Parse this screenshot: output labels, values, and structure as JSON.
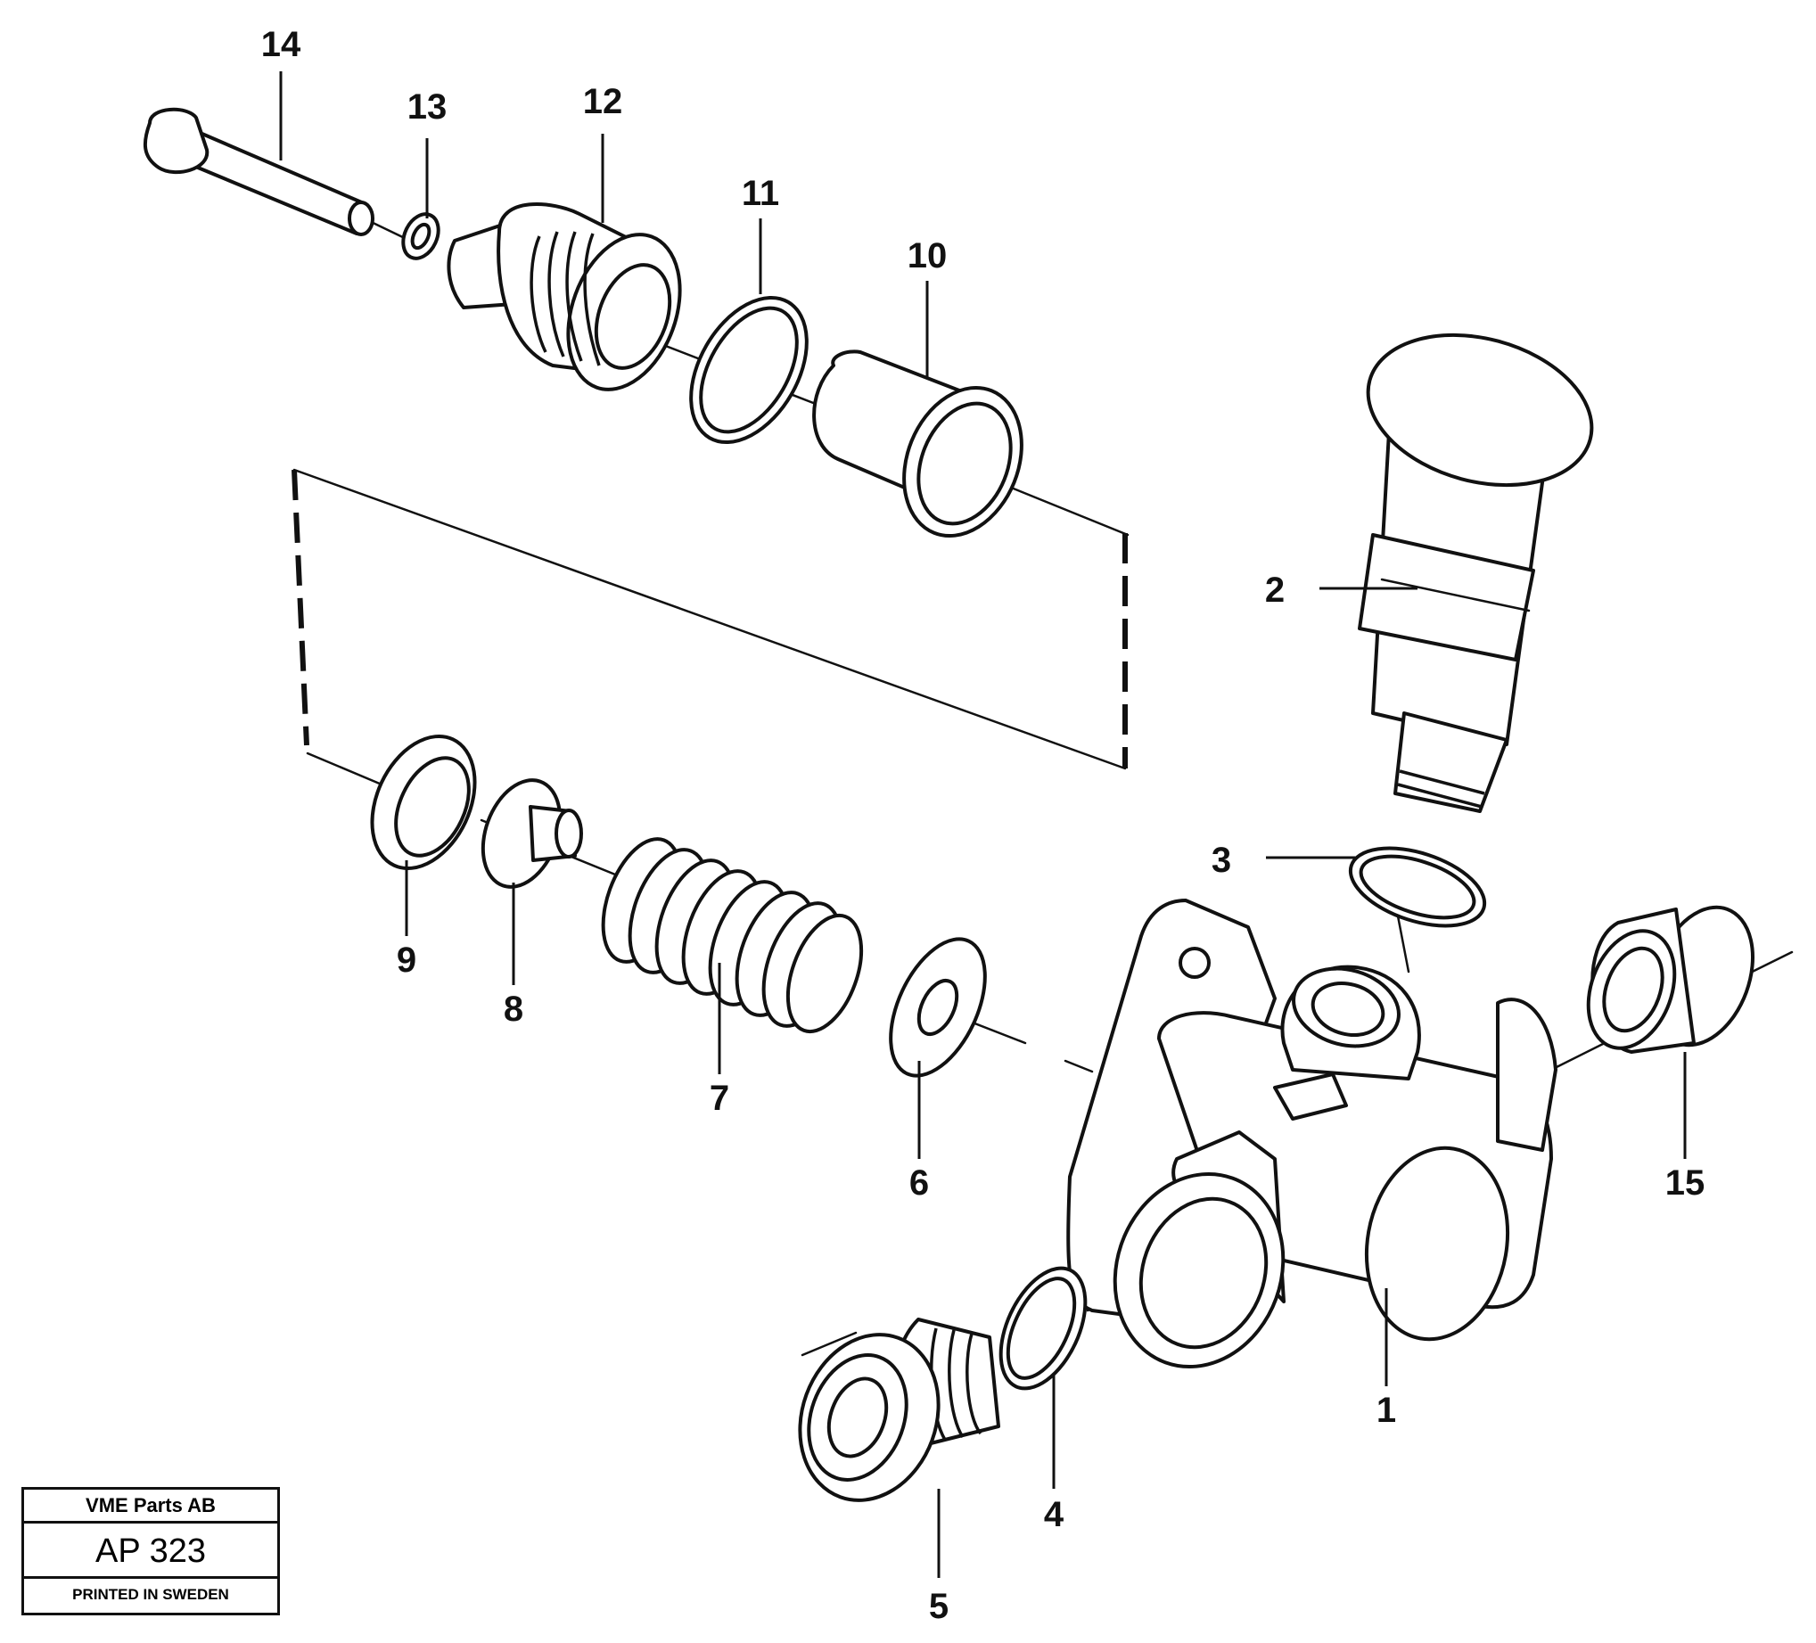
{
  "callouts": {
    "c1": "1",
    "c2": "2",
    "c3": "3",
    "c4": "4",
    "c5": "5",
    "c6": "6",
    "c7": "7",
    "c8": "8",
    "c9": "9",
    "c10": "10",
    "c11": "11",
    "c12": "12",
    "c13": "13",
    "c14": "14",
    "c15": "15"
  },
  "title_block": {
    "company": "VME Parts AB",
    "drawing_code": "AP 323",
    "printed_note": "PRINTED IN SWEDEN"
  }
}
